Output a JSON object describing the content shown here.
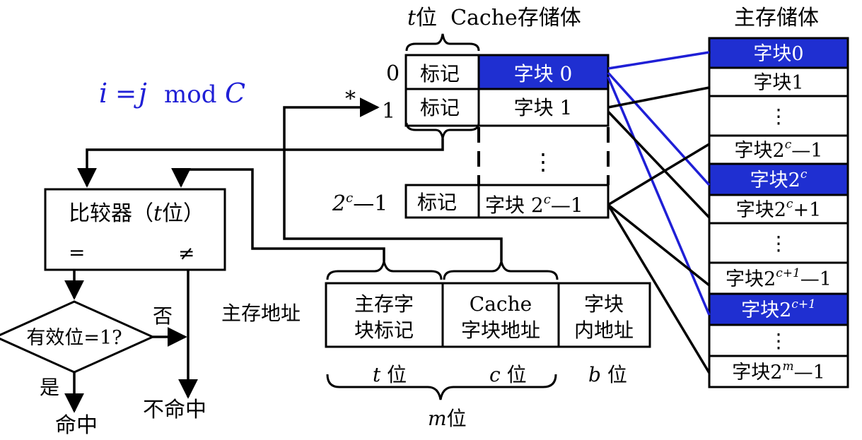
{
  "colors": {
    "accent": "#1f1fd6",
    "highlight_fill": "#1f2fd1",
    "line": "#000000"
  },
  "formula": {
    "i": "i",
    "eq": "=",
    "j": "j",
    "mod": "mod",
    "c": "C"
  },
  "cache": {
    "header_t": "t",
    "header_rest": "位  Cache存储体",
    "rows": [
      {
        "index": "0",
        "tag": "标记",
        "block": "字块 0",
        "highlighted": true
      },
      {
        "index": "1",
        "tag": "标记",
        "block": "字块 1",
        "highlighted": false
      },
      {
        "index_base": "2",
        "index_sup": "c",
        "index_rest": "—1",
        "tag": "标记",
        "block_base": "字块 2",
        "block_sup": "c",
        "block_rest": "—1",
        "highlighted": false
      }
    ],
    "ellipsis": "⋮",
    "star": "*"
  },
  "memory": {
    "title": "主存储体",
    "rows": [
      {
        "base": "字块0",
        "sup": "",
        "rest": "",
        "highlighted": true
      },
      {
        "base": "字块1",
        "sup": "",
        "rest": "",
        "highlighted": false
      },
      {
        "base": "⋮",
        "sup": "",
        "rest": "",
        "highlighted": false
      },
      {
        "base": "字块2",
        "sup": "c",
        "rest": "—1",
        "highlighted": false
      },
      {
        "base": "字块2",
        "sup": "c",
        "rest": "",
        "highlighted": true
      },
      {
        "base": "字块2",
        "sup": "c",
        "rest": "+1",
        "highlighted": false
      },
      {
        "base": "⋮",
        "sup": "",
        "rest": "",
        "highlighted": false
      },
      {
        "base": "字块2",
        "sup": "c+1",
        "rest": "—1",
        "highlighted": false
      },
      {
        "base": "字块2",
        "sup": "c+1",
        "rest": "",
        "highlighted": true
      },
      {
        "base": "⋮",
        "sup": "",
        "rest": "",
        "highlighted": false
      },
      {
        "base": "字块2",
        "sup": "m",
        "rest": "—1",
        "highlighted": false
      }
    ]
  },
  "comparator": {
    "label_pre": "比较器（",
    "label_t": "t",
    "label_post": "位）",
    "eq": "=",
    "neq": "≠"
  },
  "decision": {
    "label": "有效位=1?",
    "no": "否",
    "yes": "是"
  },
  "results": {
    "hit": "命中",
    "miss": "不命中"
  },
  "address": {
    "label": "主存地址",
    "fields": [
      {
        "line1": "主存字",
        "line2": "块标记",
        "width_label": "t 位"
      },
      {
        "line1": "Cache",
        "line2": "字块地址",
        "width_label": "c 位"
      },
      {
        "line1": "字块",
        "line2": "内地址",
        "width_label": "b 位"
      }
    ],
    "total_label_m": "m",
    "total_label_rest": "位"
  }
}
